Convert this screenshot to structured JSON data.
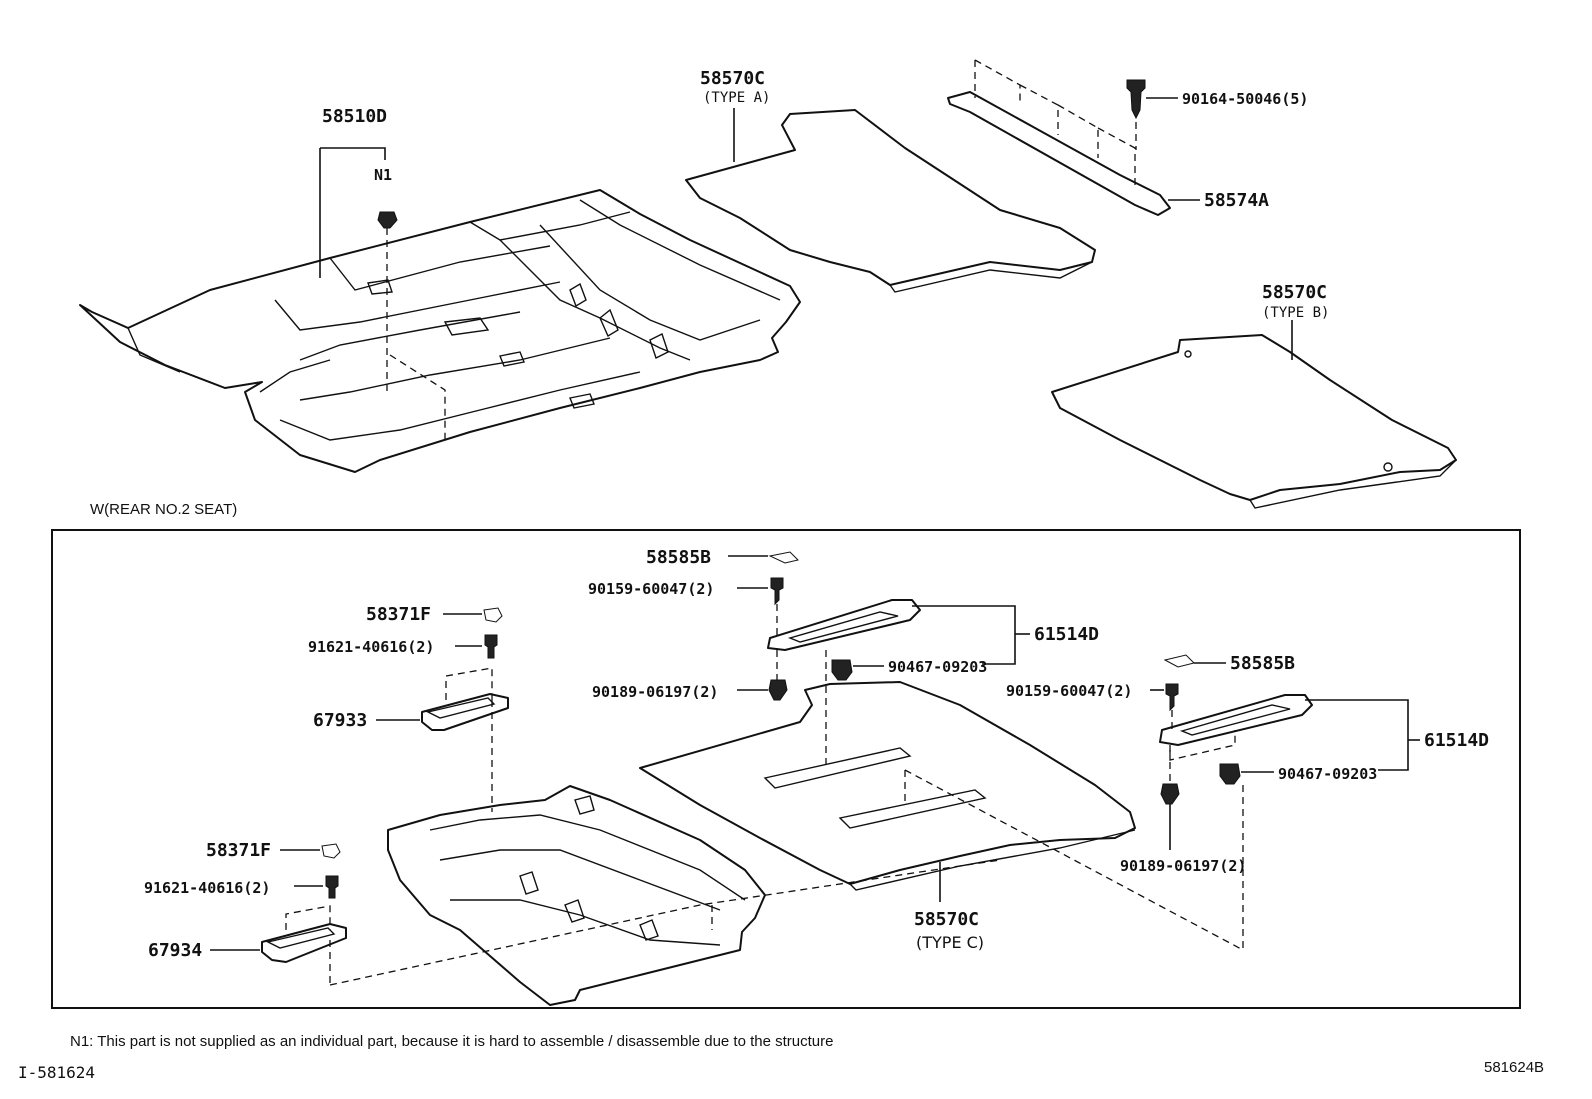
{
  "labels": {
    "p58510D": "58510D",
    "n1": "N1",
    "p58570C_a": "58570C",
    "type_a": "(TYPE A)",
    "p90164": "90164-50046(5)",
    "p58574A": "58574A",
    "p58570C_b": "58570C",
    "type_b": "(TYPE B)",
    "section": "W(REAR NO.2 SEAT)",
    "p58585B_1": "58585B",
    "p90159_1": "90159-60047(2)",
    "p58371F_1": "58371F",
    "p91621_1": "91621-40616(2)",
    "p61514D_1": "61514D",
    "p90467_1": "90467-09203",
    "p90189_1": "90189-06197(2)",
    "p67933": "67933",
    "p58585B_2": "58585B",
    "p90159_2": "90159-60047(2)",
    "p61514D_2": "61514D",
    "p90467_2": "90467-09203",
    "p58371F_2": "58371F",
    "p91621_2": "91621-40616(2)",
    "p90189_2": "90189-06197(2)",
    "p67934": "67934",
    "p58570C_c": "58570C",
    "type_c": "(TYPE C)"
  },
  "footer": {
    "note": "N1: This part is not supplied as an individual part, because it is hard to assemble / disassemble due to the structure",
    "left_code": "I-581624",
    "right_code": "581624B"
  }
}
